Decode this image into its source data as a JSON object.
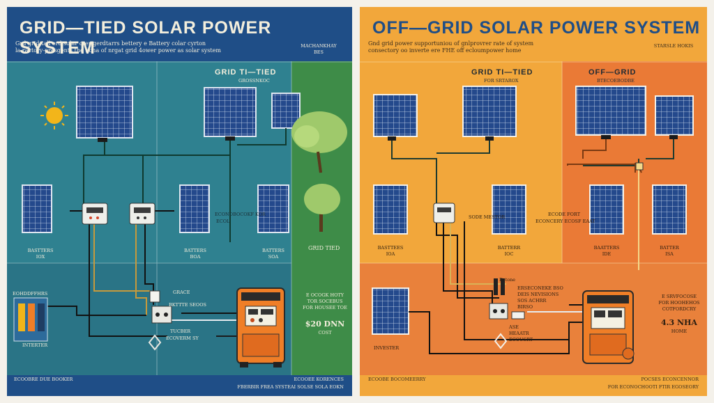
{
  "left": {
    "title": "GRID—TIED  SOLAR POWER SYSTEM",
    "subtitle_1": "Grd grid-tall erd solar crer gerdtarrs bettery e Battery colar cyrton",
    "subtitle_2": "la ractory-presgents the hona of nrgat grid 4ower power as solar system",
    "corner_tag_1": "MACHANKHAY",
    "corner_tag_2": "BES",
    "section_heading": "GRID  TI—TIED",
    "section_sub": "GROSSNKOC",
    "label_center": "ECONOBOCOKF KOR",
    "label_center_2": "ECOL",
    "battery_labels": [
      {
        "line1": "BASTTERS",
        "line2": "IOX"
      },
      {
        "line1": "BATTERS",
        "line2": "BOA"
      },
      {
        "line1": "BATTERS",
        "line2": "SOA"
      }
    ],
    "grid_label": "GRID  TIED",
    "small_note_1": "GRACE",
    "small_note_2": "BKTTTE SEOOS",
    "small_note_3": "TUCBER",
    "small_note_4": "ECOVERM SY",
    "inverter_label": "INTERTER",
    "cost_line_1": "E OCOGK HOTY",
    "cost_line_2": "TOR SOCEBUS",
    "cost_line_3": "FOR HOUSEE TOE",
    "cost_value": "$20 DNN",
    "cost_word": "COST",
    "gauge_label": "EOHDDFFHRS",
    "footer_left": "ECOOBRE DUE BOOKER",
    "footer_right_1": "ECOOEE KORENCES",
    "footer_right_2": "FBERBIR FREA SYSTEAI SOLSE SOLA EOKN"
  },
  "right": {
    "title": "OFF—GRID SOLAR POWER SYSTEM",
    "subtitle_1": "Gnd grid power supportuniou of gnlprovrer rate of system",
    "subtitle_2": "consectory oo inverte ere FHE off ecloumpower home",
    "corner_tag": "STARSLE HOKIS",
    "section_heading_1": "GRID  TI—TIED",
    "section_sub_1": "FOR SRTAROX",
    "section_heading_2": "OFF—GRID",
    "section_sub_2": "BTECOEBODBE",
    "label_center": "SODE MESTOR",
    "label_center_2": "ECODE FORT",
    "label_center_3": "ECONCERY ECOSF EAAT",
    "battery_labels": [
      {
        "line1": "BASTTEES",
        "line2": "IOA"
      },
      {
        "line1": "BATTERR",
        "line2": "IOC"
      },
      {
        "line1": "BAATTERS",
        "line2": "IDE"
      },
      {
        "line1": "BATTER",
        "line2": "ISA"
      }
    ],
    "note_1": "Eetone",
    "note_2": "ERSECONEKE BSO",
    "note_3": "DEIS NEVISIONS",
    "note_4": "SOS ACHRR",
    "note_5": "BIRSO",
    "small_1": "ASE",
    "small_2": "HEAATR",
    "small_3": "ECOUSRT",
    "inverter_label": "INVESTER",
    "cost_line_1": "E SRVFOCOSE",
    "cost_line_2": "FOR HOOHEHOS",
    "cost_line_3": "COTFORDCRY",
    "cost_value": "4.3 NHA",
    "cost_word": "HOME",
    "footer_left": "ECOOBE BOCOMEERRY",
    "footer_right_1": "POCSES ECONCENNOR",
    "footer_right_2": "FOR ECONOCHOOTI FTIR EGOSEORY"
  },
  "colors": {
    "left_bg": "#1f4e87",
    "left_teal": "#2f8190",
    "left_green": "#3e8c48",
    "right_bg": "#f2a73b",
    "right_orange": "#ea7a36",
    "panel_blue": "#21437f",
    "sun": "#f2b51a",
    "inverter_orange": "#ef7e27"
  }
}
